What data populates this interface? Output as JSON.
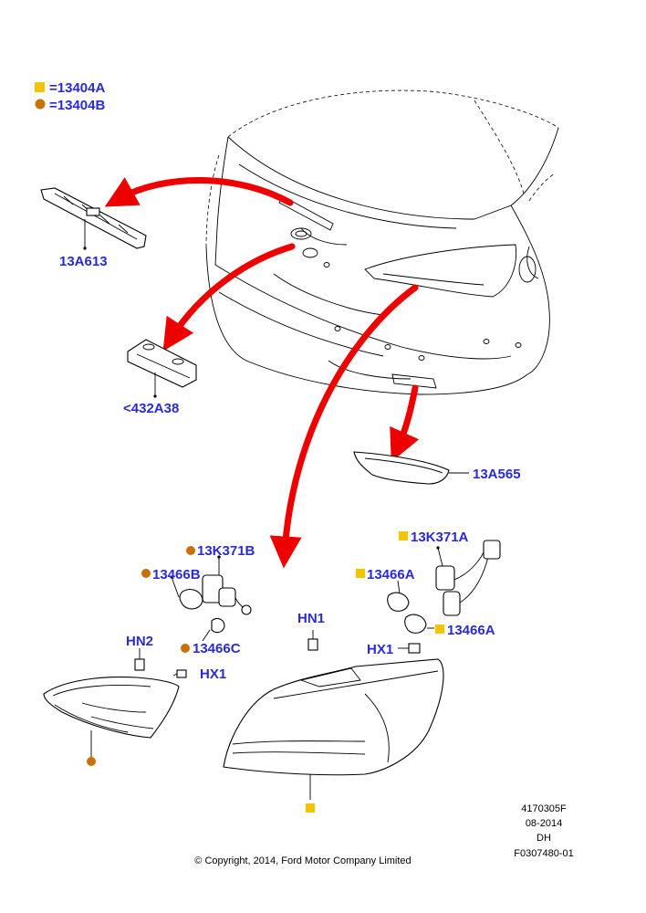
{
  "colors": {
    "label": "#2a2ad6",
    "arrow": "#ee0000",
    "square_marker": "#f5c400",
    "circle_marker": "#c8700a"
  },
  "legend": [
    {
      "marker": "square",
      "text": "=13404A"
    },
    {
      "marker": "circle",
      "text": "=13404B"
    }
  ],
  "labels": {
    "high_mount_lamp": "13A613",
    "license_lamp": "<432A38",
    "reflector": "13A565",
    "harness_inner": "13K371B",
    "bulb_inner_b": "13466B",
    "bulb_inner_c": "13466C",
    "hn2": "HN2",
    "hx1_inner": "HX1",
    "hn1": "HN1",
    "harness_outer": "13K371A",
    "bulb_outer_a_top": "13466A",
    "bulb_outer_a_bottom": "13466A",
    "hx1_outer": "HX1"
  },
  "footer": {
    "code": "4170305F",
    "date": "08-2014",
    "region": "DH",
    "ref": "F0307480-01",
    "copyright": "© Copyright, 2014, Ford Motor Company Limited"
  }
}
